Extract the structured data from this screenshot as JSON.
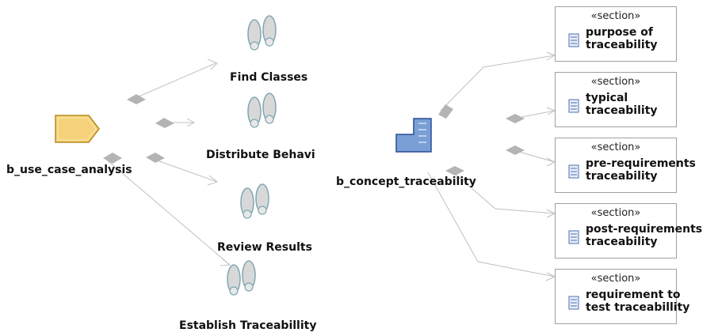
{
  "use_case": {
    "label": "b_use_case_analysis"
  },
  "tasks": [
    {
      "label": "Find Classes"
    },
    {
      "label": "Distribute Behavi"
    },
    {
      "label": "Review Results"
    },
    {
      "label": "Establish Traceabillity"
    }
  ],
  "concept": {
    "label": "b_concept_traceability"
  },
  "sections": [
    {
      "stereotype": "«section»",
      "name": "purpose of\ntraceability"
    },
    {
      "stereotype": "«section»",
      "name": "typical\ntraceability"
    },
    {
      "stereotype": "«section»",
      "name": "pre-requirements\ntraceability"
    },
    {
      "stereotype": "«section»",
      "name": "post-requirements\ntraceability"
    },
    {
      "stereotype": "«section»",
      "name": "requirement to\ntest traceabillity"
    }
  ],
  "colors": {
    "connector": "#c0c0c0",
    "diamond": "#b4b4b4",
    "use_case_fill": "#f5d27a",
    "concept_fill": "#7a9fd6",
    "box_border": "#a0a0a0"
  },
  "icons": {
    "use_case": "tag-icon",
    "task": "footprints-icon",
    "concept": "set-square-icon",
    "section": "document-icon"
  }
}
